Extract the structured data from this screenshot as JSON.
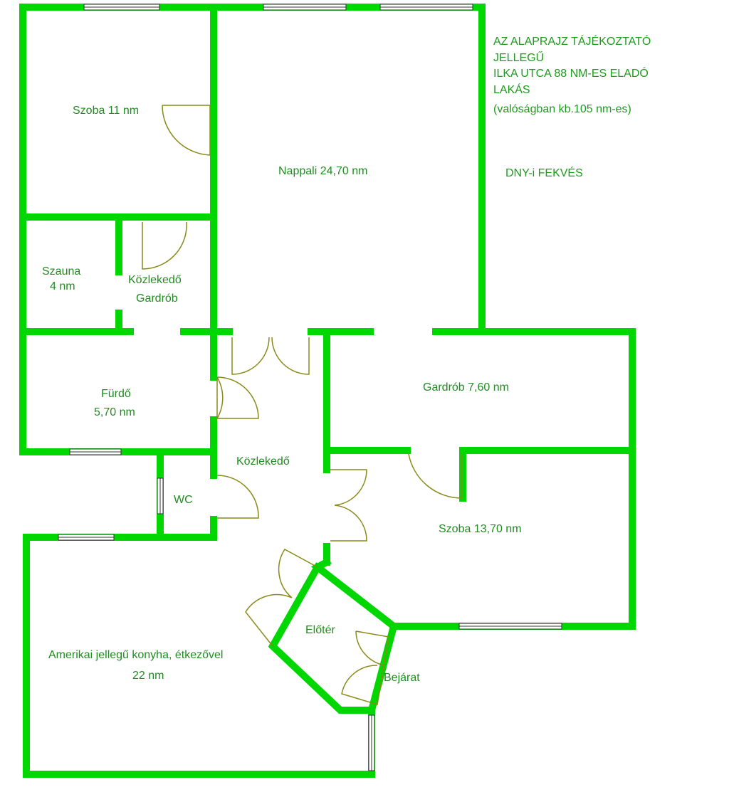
{
  "notes": {
    "line1": "AZ ALAPRAJZ TÁJÉKOZTATÓ",
    "line2": "JELLEGŰ",
    "line3": "ILKA UTCA 88 NM-ES ELADÓ",
    "line4": "LAKÁS",
    "line5": "(valóságban kb.105 nm-es)",
    "orientation": "DNY-i FEKVÉS"
  },
  "rooms": {
    "szoba11": "Szoba 11 nm",
    "nappali": "Nappali 24,70 nm",
    "szauna_name": "Szauna",
    "szauna_area": "4 nm",
    "kozlekedo_gardrob_1": "Közlekedő",
    "kozlekedo_gardrob_2": "Gardrób",
    "furdo_name": "Fürdő",
    "furdo_area": "5,70 nm",
    "gardrob": "Gardrób 7,60 nm",
    "kozlekedo": "Közlekedő",
    "wc": "WC",
    "szoba1370": "Szoba 13,70 nm",
    "eloter": "Előtér",
    "konyha_name": "Amerikai jellegű konyha, étkezővel",
    "konyha_area": "22 nm",
    "bejarat": "Bejárat"
  },
  "colors": {
    "wall": "#00d600",
    "label": "#228b22",
    "door": "#8a8a1a"
  }
}
